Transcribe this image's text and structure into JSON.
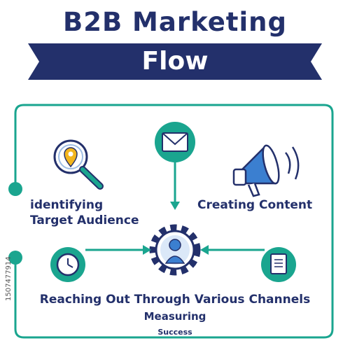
{
  "header": {
    "title": "B2B Marketing",
    "subtitle": "Flow"
  },
  "steps": {
    "identify": {
      "line1": "identifying",
      "line2": "Target Audience",
      "icon": "magnifier-location-icon"
    },
    "create": {
      "label": "Creating Content",
      "icon": "megaphone-icon"
    },
    "reach": {
      "label": "Reaching Out Through Various Channels",
      "icon": "clock-icon"
    },
    "measure": {
      "label": "Measuring",
      "icon": "document-icon"
    },
    "success": {
      "label": "Success",
      "icon": "gear-person-icon"
    },
    "email": {
      "icon": "envelope-icon"
    }
  },
  "watermark": {
    "id": "1507477914"
  },
  "colors": {
    "navy": "#23306b",
    "teal": "#1aa58f",
    "blue": "#3b7fd0",
    "yellow": "#f2b51d"
  }
}
